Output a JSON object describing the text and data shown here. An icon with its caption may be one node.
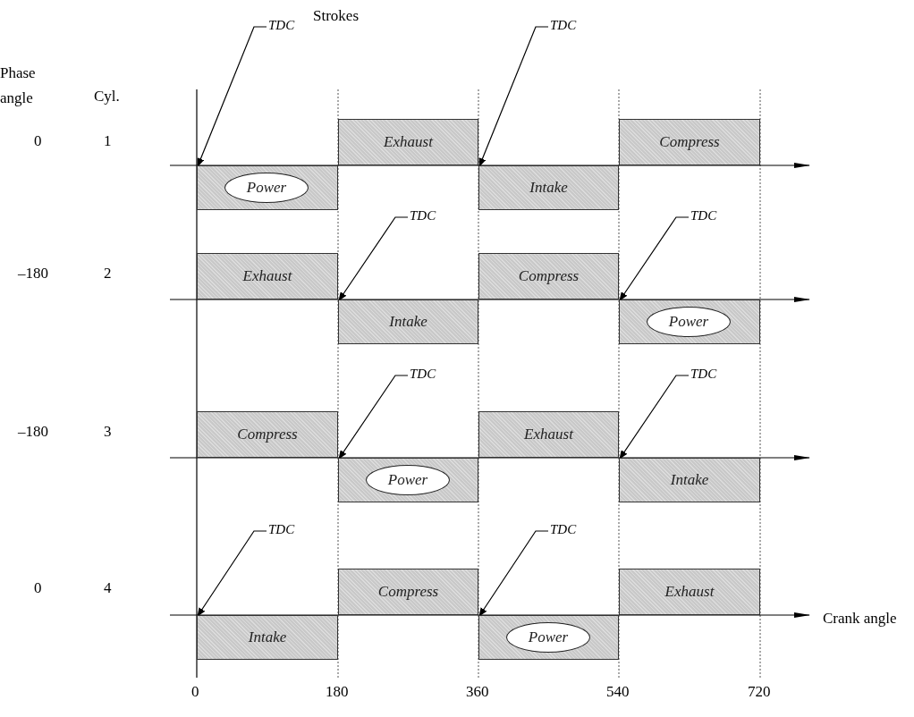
{
  "diagram": {
    "nodes": [
      {
        "text": [
          "TDC"
        ]
      },
      {
        "text": [
          "TDC"
        ]
      },
      {
        "text": [
          "Exhaust"
        ]
      },
      {
        "text": [
          "Compress"
        ]
      },
      {
        "text": [],
        "shape": "box"
      },
      {
        "text": [
          "Power"
        ],
        "in": 4
      },
      {
        "text": [
          "Intake"
        ]
      },
      {
        "text": [
          "TDC"
        ]
      },
      {
        "text": [
          "TDC"
        ]
      },
      {
        "text": [
          "Exhaust"
        ]
      },
      {
        "text": [
          "Compress"
        ]
      },
      {
        "text": [
          "Intake"
        ]
      },
      {
        "text": [],
        "shape": "box"
      },
      {
        "text": [
          "Power"
        ],
        "in": 12
      },
      {
        "text": [
          "TDC"
        ]
      },
      {
        "text": [
          "TDC"
        ]
      },
      {
        "text": [
          "Compress"
        ]
      },
      {
        "text": [
          "Exhaust"
        ]
      },
      {
        "text": [],
        "shape": "box"
      },
      {
        "text": [
          "Power"
        ],
        "in": 18
      },
      {
        "text": [
          "Intake"
        ]
      },
      {
        "text": [
          "TDC"
        ]
      },
      {
        "text": [
          "TDC"
        ]
      },
      {
        "text": [
          "Compress"
        ]
      },
      {
        "text": [
          "Exhaust"
        ]
      },
      {
        "text": [
          "Intake"
        ]
      },
      {
        "text": [],
        "shape": "box"
      },
      {
        "text": [
          "Power"
        ],
        "in": 26
      }
    ],
    "edges": [
      {
        "from": 0,
        "to": 4,
        "arrow": "to"
      },
      {
        "from": 1,
        "to": 6,
        "arrow": "to"
      },
      {
        "from": 7,
        "to": 11,
        "arrow": "to"
      },
      {
        "from": 8,
        "to": 12,
        "arrow": "to"
      },
      {
        "from": 14,
        "to": 18,
        "arrow": "to"
      },
      {
        "from": 15,
        "to": 20,
        "arrow": "to"
      },
      {
        "from": 21,
        "to": 25,
        "arrow": "to"
      },
      {
        "from": 22,
        "to": 26,
        "arrow": "to"
      }
    ],
    "labels": [
      "Strokes",
      "Phase angle",
      "Cyl.",
      "0",
      "1",
      "–180",
      "2",
      "–180",
      "3",
      "0",
      "4",
      "Crank angle",
      "0",
      "180",
      "360",
      "540",
      "720"
    ]
  }
}
